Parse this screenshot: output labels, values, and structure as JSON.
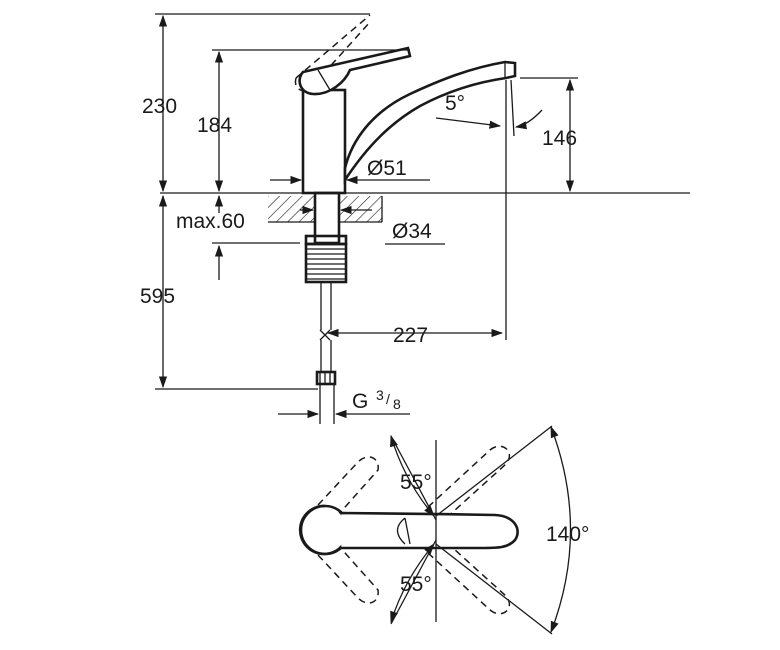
{
  "dimensions": {
    "total_height": "230",
    "spout_height": "184",
    "outlet_height": "146",
    "outlet_angle": "5°",
    "base_diameter": "Ø51",
    "hole_diameter": "Ø34",
    "max_thickness": "max.60",
    "under_length": "595",
    "reach": "227",
    "thread_main": "G",
    "thread_num": "3",
    "thread_den": "8",
    "swivel_left": "55°",
    "swivel_right": "55°",
    "swivel_total": "140°"
  }
}
